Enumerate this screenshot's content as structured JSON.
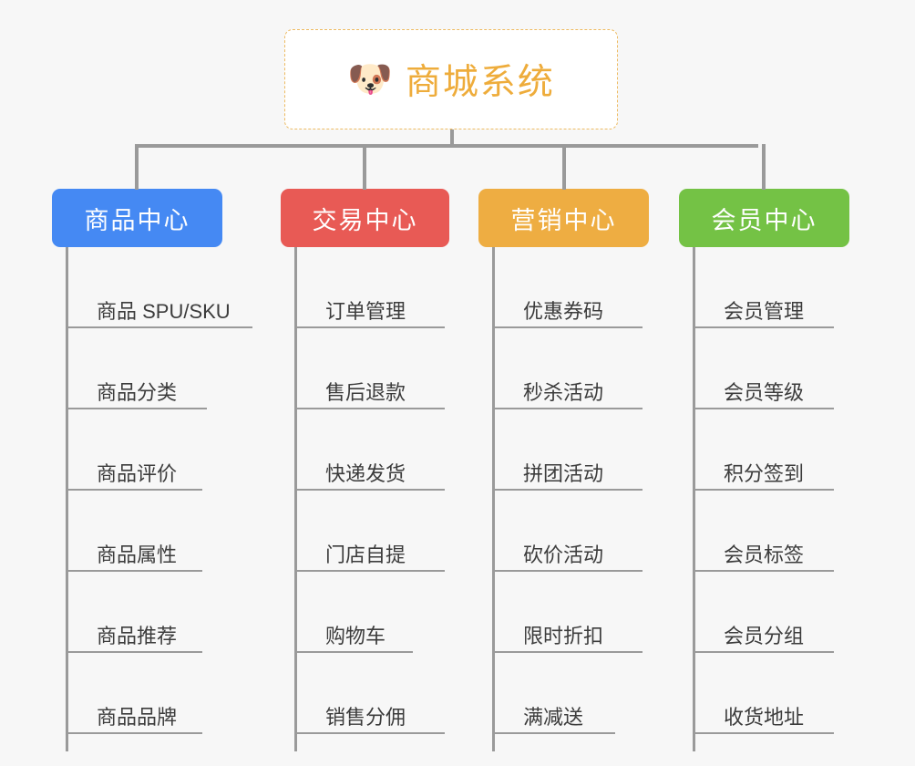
{
  "root": {
    "icon": "dog-face-emoji",
    "icon_glyph": "🐶",
    "title": "商城系统",
    "title_color": "#eeac3b",
    "border_color": "#edbb63"
  },
  "connector_color": "#9a9a9a",
  "background_color": "#f7f7f7",
  "columns": [
    {
      "header": "商品中心",
      "color": "#4589f3",
      "items": [
        "商品 SPU/SKU",
        "商品分类",
        "商品评价",
        "商品属性",
        "商品推荐",
        "商品品牌"
      ]
    },
    {
      "header": "交易中心",
      "color": "#e85a55",
      "items": [
        "订单管理",
        "售后退款",
        "快递发货",
        "门店自提",
        "购物车",
        "销售分佣"
      ]
    },
    {
      "header": "营销中心",
      "color": "#eead42",
      "items": [
        "优惠券码",
        "秒杀活动",
        "拼团活动",
        "砍价活动",
        "限时折扣",
        "满减送"
      ]
    },
    {
      "header": "会员中心",
      "color": "#74c245",
      "items": [
        "会员管理",
        "会员等级",
        "积分签到",
        "会员标签",
        "会员分组",
        "收货地址"
      ]
    }
  ]
}
